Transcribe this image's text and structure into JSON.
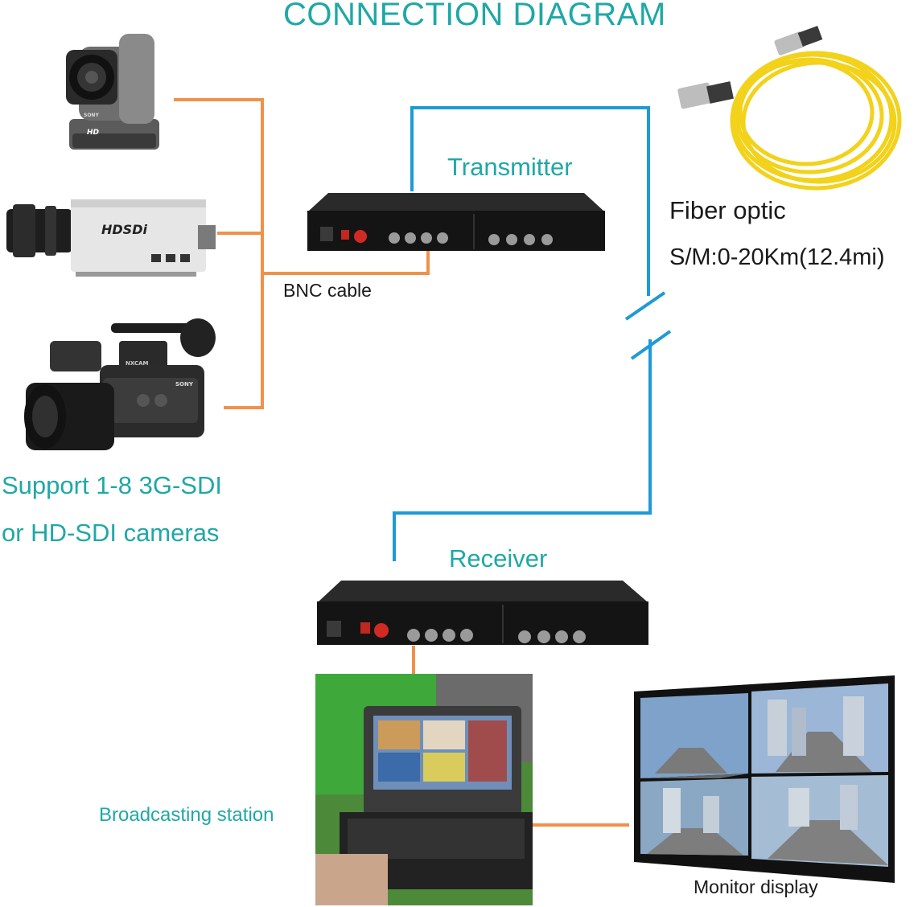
{
  "title": "CONNECTION DIAGRAM",
  "labels": {
    "transmitter": "Transmitter",
    "receiver": "Receiver",
    "bnc_cable": "BNC cable",
    "fiber_optic": "Fiber optic",
    "fiber_distance": "S/M:0-20Km(12.4mi)",
    "support_line1": "Support 1-8 3G-SDI",
    "support_line2": "or HD-SDI cameras",
    "broadcasting_station": "Broadcasting station",
    "monitor_display": "Monitor display"
  },
  "device_text": {
    "camera_brand": "SONY",
    "camera_hd": "HD",
    "box_camera_text": "HDSDi",
    "camcorder_brand": "SONY",
    "camcorder_model": "NXCAM"
  },
  "colors": {
    "accent_teal": "#1fa8a6",
    "wire_orange": "#f0914a",
    "fiber_blue": "#1e9ad6",
    "device_black": "#1b1b1b"
  }
}
